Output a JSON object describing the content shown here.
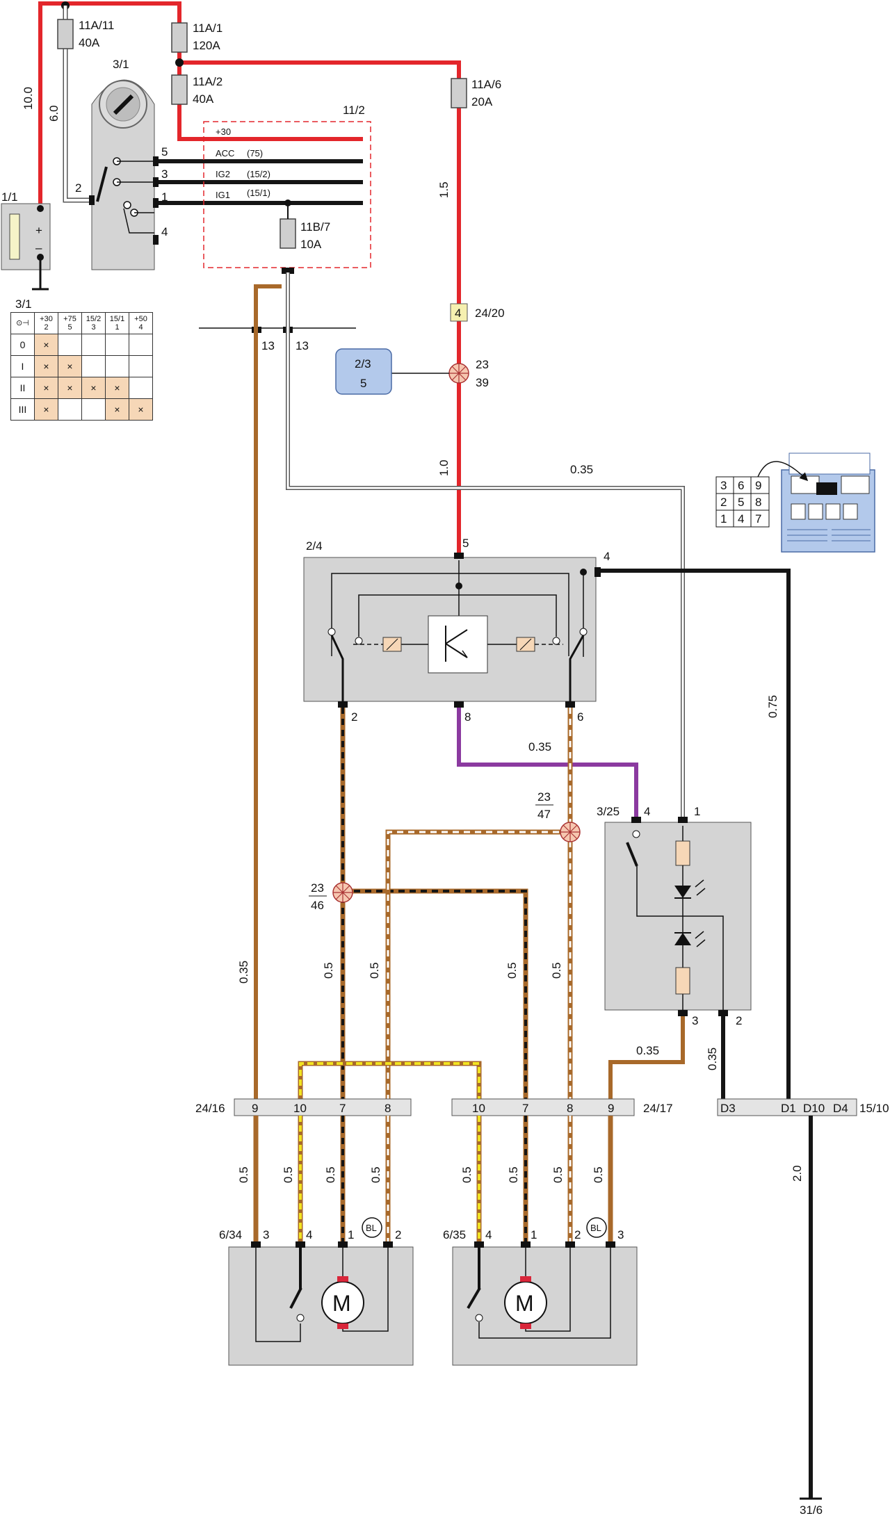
{
  "labels": {
    "fuse_11a11": "11A/11",
    "fuse_11a11_rating": "40A",
    "fuse_11a1": "11A/1",
    "fuse_11a1_rating": "120A",
    "fuse_11a2": "11A/2",
    "fuse_11a2_rating": "40A",
    "fuse_11a6": "11A/6",
    "fuse_11a6_rating": "20A",
    "fuse_11b7": "11B/7",
    "fuse_11b7_rating": "10A",
    "battery": "1/1",
    "ignition_switch": "3/1",
    "box_11_2": "11/2",
    "wire_10_0": "10.0",
    "wire_6_0": "6.0",
    "wire_1_5": "1.5",
    "wire_1_0": "1.0",
    "wire_0_35_a": "0.35",
    "wire_0_35_b": "0.35",
    "wire_0_35_c": "0.35",
    "wire_0_35_d": "0.35",
    "wire_0_35_e": "0.35",
    "wire_0_75": "0.75",
    "wire_2_0": "2.0",
    "wire_0_5": "0.5",
    "sig_30": "+30",
    "sig_acc": "ACC",
    "sig_75": "(75)",
    "sig_ig2": "IG2",
    "sig_152": "(15/2)",
    "sig_ig1": "IG1",
    "sig_151": "(15/1)",
    "pin_5": "5",
    "pin_3": "3",
    "pin_1": "1",
    "pin_2": "2",
    "pin_4": "4",
    "pin_6": "6",
    "pin_7": "7",
    "pin_8": "8",
    "pin_9": "9",
    "pin_10": "10",
    "pin_13": "13",
    "conn_24_20": "24/20",
    "conn_24_20_pin": "4",
    "ctrl_2_3": "2/3",
    "ctrl_2_3_pin": "5",
    "splice_23": "23",
    "splice_39": "39",
    "splice_46": "46",
    "splice_47": "47",
    "relay_2_4": "2/4",
    "switch_3_25": "3/25",
    "conn_24_16": "24/16",
    "conn_24_17": "24/17",
    "conn_15_10": "15/10",
    "d3": "D3",
    "d1": "D1",
    "d10": "D10",
    "d4": "D4",
    "motor_6_34": "6/34",
    "motor_6_35": "6/35",
    "motor_m": "M",
    "bl": "BL",
    "ground_31_6": "31/6",
    "batt_plus": "+",
    "batt_minus": "–"
  },
  "switch_table": {
    "title": "3/1",
    "columns": [
      [
        "+30",
        "2"
      ],
      [
        "+75",
        "5"
      ],
      [
        "15/2",
        "3"
      ],
      [
        "15/1",
        "1"
      ],
      [
        "+50",
        "4"
      ]
    ],
    "rows": [
      {
        "pos": "0",
        "cells": [
          "×",
          "",
          "",
          "",
          ""
        ]
      },
      {
        "pos": "I",
        "cells": [
          "×",
          "×",
          "",
          "",
          ""
        ]
      },
      {
        "pos": "II",
        "cells": [
          "×",
          "×",
          "×",
          "×",
          ""
        ]
      },
      {
        "pos": "III",
        "cells": [
          "×",
          "",
          "",
          "×",
          "×"
        ]
      }
    ]
  },
  "pin_grid": [
    [
      "3",
      "6",
      "9"
    ],
    [
      "2",
      "5",
      "8"
    ],
    [
      "1",
      "4",
      "7"
    ]
  ],
  "colors": {
    "red": "#e3262b",
    "brown": "#a8692a",
    "black": "#151515",
    "violet": "#8b3aa0",
    "yellow": "#f2e421",
    "grey_box": "#d4d4d4",
    "blue_box": "#b3c9eb"
  }
}
